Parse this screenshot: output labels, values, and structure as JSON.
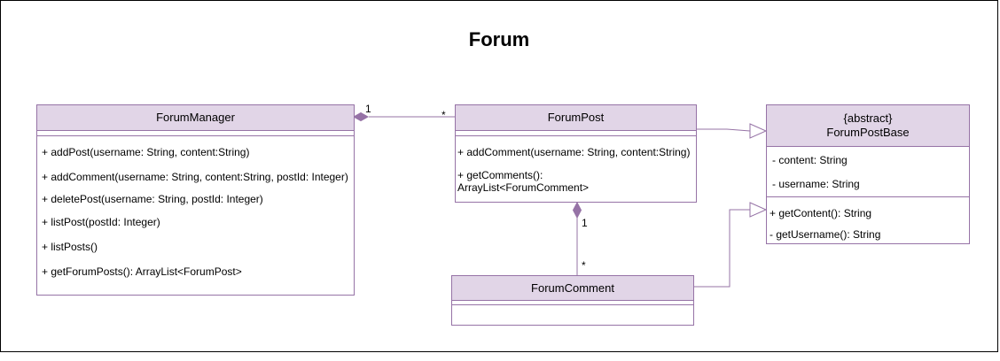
{
  "title": "Forum",
  "colors": {
    "class_fill": "#e1d5e7",
    "class_stroke": "#9673a6",
    "border": "#000000"
  },
  "classes": {
    "forum_manager": {
      "name": "ForumManager",
      "methods": [
        "+ addPost(username: String, content:String)",
        "+ addComment(username: String, content:String, postId: Integer)",
        "+ deletePost(username: String, postId: Integer)",
        "+ listPost(postId: Integer)",
        "+ listPosts()",
        "+ getForumPosts(): ArrayList<ForumPost>"
      ]
    },
    "forum_post": {
      "name": "ForumPost",
      "methods": [
        "+ addComment(username: String, content:String)",
        "+ getComments():",
        "ArrayList<ForumComment>"
      ]
    },
    "forum_post_base": {
      "stereotype": "{abstract}",
      "name": "ForumPostBase",
      "attributes": [
        "- content: String",
        "- username: String"
      ],
      "methods": [
        "+ getContent(): String",
        "- getUsername(): String"
      ]
    },
    "forum_comment": {
      "name": "ForumComment"
    }
  },
  "relations": {
    "manager_post": {
      "source_mult": "1",
      "target_mult": "*"
    },
    "post_comment": {
      "source_mult": "1",
      "target_mult": "*"
    }
  }
}
